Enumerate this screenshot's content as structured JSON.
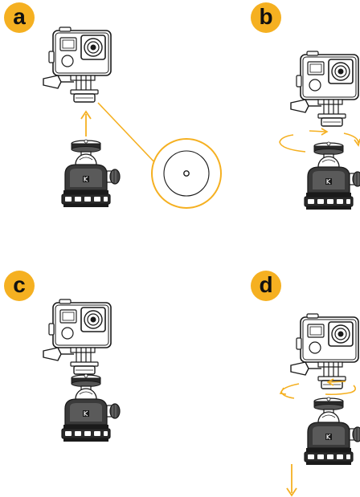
{
  "steps": [
    {
      "label": "a"
    },
    {
      "label": "b"
    },
    {
      "label": "c"
    },
    {
      "label": "d"
    }
  ],
  "colors": {
    "accent": "#F5B021",
    "line": "#1a1a1a",
    "camera_fill": "#ffffff",
    "head_fill": "#3a3a3a"
  },
  "icons": [
    "action-camera-icon",
    "ball-head-icon",
    "mount-hole-detail-icon",
    "arrow-up-icon",
    "rotate-arrows-icon",
    "arrow-down-icon"
  ]
}
